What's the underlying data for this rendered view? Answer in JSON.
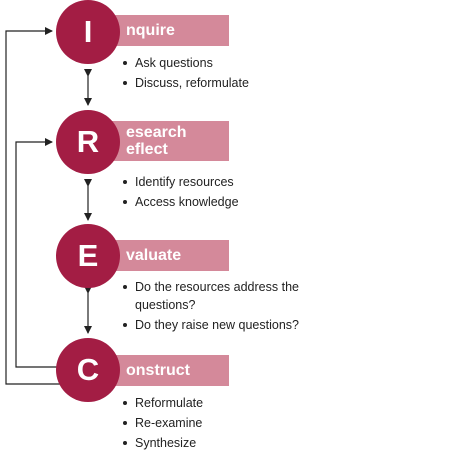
{
  "colors": {
    "accent": "#a31d44",
    "banner": "#d4899a",
    "line": "#222222"
  },
  "steps": [
    {
      "letter": "I",
      "title_lines": [
        "nquire"
      ],
      "bullets": [
        "Ask questions",
        "Discuss, reformulate"
      ]
    },
    {
      "letter": "R",
      "title_lines": [
        "esearch",
        "eflect"
      ],
      "bullets": [
        "Identify resources",
        "Access knowledge"
      ]
    },
    {
      "letter": "E",
      "title_lines": [
        "valuate"
      ],
      "bullets": [
        "Do the resources address the questions?",
        "Do they raise new questions?"
      ]
    },
    {
      "letter": "C",
      "title_lines": [
        "onstruct"
      ],
      "bullets": [
        "Reformulate",
        "Re-examine",
        "Synthesize"
      ]
    }
  ]
}
